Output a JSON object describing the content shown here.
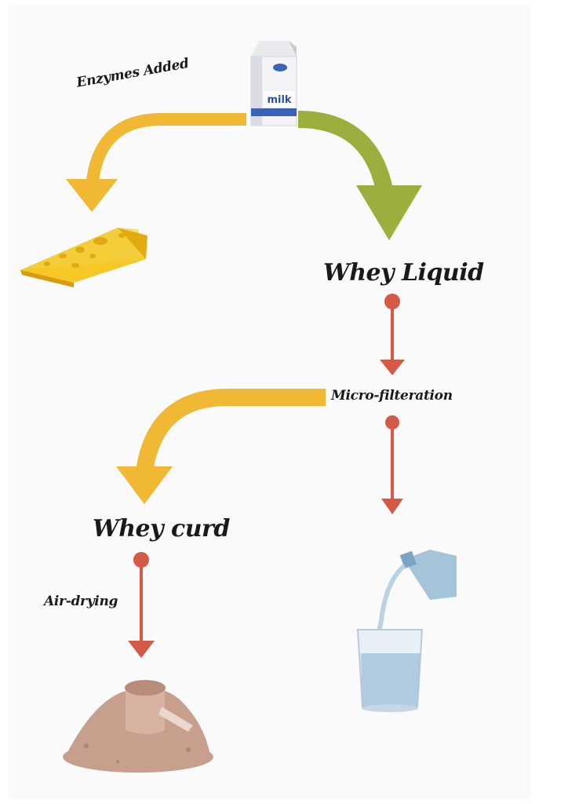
{
  "diagram": {
    "labels": {
      "enzymes": "Enzymes Added",
      "whey_liquid": "Whey Liquid",
      "micro": "Micro-filteration",
      "whey_curd": "Whey curd",
      "air": "Air-drying"
    },
    "images": {
      "carton_text": "milk"
    },
    "colors": {
      "background": "#fafafa",
      "yellow_arrow": "#f1b833",
      "green_arrow": "#9caf3d",
      "red_arrow": "#d45a47",
      "cheese": "#f6c726",
      "powder": "#c79f8c",
      "water": "#8fb6d2"
    }
  }
}
